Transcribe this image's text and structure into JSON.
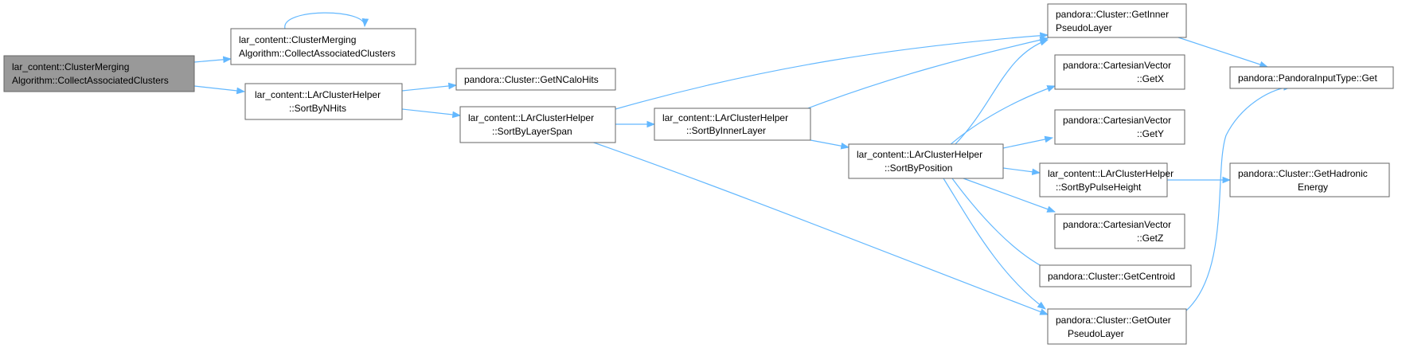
{
  "nodes": {
    "root": [
      "lar_content::ClusterMerging",
      "Algorithm::CollectAssociatedClusters"
    ],
    "collect": [
      "lar_content::ClusterMerging",
      "Algorithm::CollectAssociatedClusters"
    ],
    "sortbynhits": [
      "lar_content::LArClusterHelper",
      "::SortByNHits"
    ],
    "getncalohits": [
      "pandora::Cluster::GetNCaloHits"
    ],
    "sortbylayerspan": [
      "lar_content::LArClusterHelper",
      "::SortByLayerSpan"
    ],
    "sortbyinnerlayer": [
      "lar_content::LArClusterHelper",
      "::SortByInnerLayer"
    ],
    "sortbyposition": [
      "lar_content::LArClusterHelper",
      "::SortByPosition"
    ],
    "getinnerpseudolayer": [
      "pandora::Cluster::GetInner",
      "PseudoLayer"
    ],
    "getx": [
      "pandora::CartesianVector",
      "::GetX"
    ],
    "gety": [
      "pandora::CartesianVector",
      "::GetY"
    ],
    "sortbypulseheight": [
      "lar_content::LArClusterHelper",
      "::SortByPulseHeight"
    ],
    "getz": [
      "pandora::CartesianVector",
      "::GetZ"
    ],
    "getcentroid": [
      "pandora::Cluster::GetCentroid"
    ],
    "getouterpseudolayer": [
      "pandora::Cluster::GetOuter",
      "PseudoLayer"
    ],
    "pandorainputtypeget": [
      "pandora::PandoraInputType::Get"
    ],
    "gethadronicenergy": [
      "pandora::Cluster::GetHadronic",
      "Energy"
    ]
  },
  "colors": {
    "edge": "#63b8ff",
    "node_border": "#666666",
    "root_fill": "#999999",
    "node_fill": "#ffffff"
  }
}
